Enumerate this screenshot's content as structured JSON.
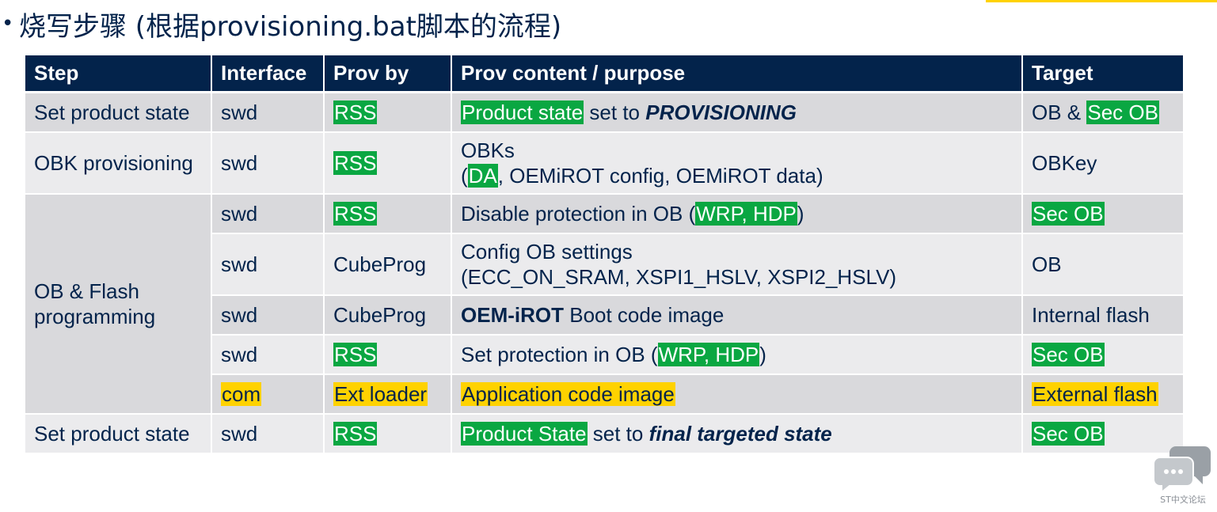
{
  "title": "烧写步骤 (根据provisioning.bat脚本的流程)",
  "bullet": "•",
  "headers": {
    "step": "Step",
    "interface": "Interface",
    "prov_by": "Prov by",
    "content": "Prov content / purpose",
    "target": "Target"
  },
  "rows": [
    {
      "step": "Set product state",
      "interface": "swd",
      "prov_by": "RSS",
      "content": {
        "hl": "Product state",
        "mid": " set to ",
        "em": "PROVISIONING"
      },
      "target": {
        "plain": "OB & ",
        "hl": "Sec OB"
      }
    },
    {
      "step": "OBK provisioning",
      "interface": "swd",
      "prov_by": "RSS",
      "content": {
        "line1": "OBKs",
        "open": "(",
        "hl": "DA",
        "rest": ", OEMiROT config, OEMiROT data)"
      },
      "target": "OBKey"
    },
    {
      "interface": "swd",
      "prov_by": "RSS",
      "content": {
        "pre": "Disable protection in OB (",
        "hl": "WRP, HDP",
        "post": ")"
      },
      "target": "Sec OB"
    },
    {
      "interface": "swd",
      "prov_by": "CubeProg",
      "content": {
        "line1": "Config OB settings",
        "line2": "(ECC_ON_SRAM, XSPI1_HSLV, XSPI2_HSLV)"
      },
      "target": "OB"
    },
    {
      "interface": "swd",
      "prov_by": "CubeProg",
      "content": {
        "bold": "OEM-iROT",
        "rest": " Boot code image"
      },
      "target": "Internal flash"
    },
    {
      "interface": "swd",
      "prov_by": "RSS",
      "content": {
        "pre": "Set protection in OB (",
        "hl": "WRP, HDP",
        "post": ")"
      },
      "target": "Sec OB"
    },
    {
      "interface": "com",
      "prov_by": "Ext loader",
      "content": "Application code image",
      "target": "External flash"
    },
    {
      "step": "Set product state",
      "interface": "swd",
      "prov_by": "RSS",
      "content": {
        "hl": "Product State",
        "mid": " set to ",
        "em": "final targeted state"
      },
      "target": "Sec OB"
    }
  ],
  "group_step": {
    "line1": "OB & Flash",
    "line2": "programming"
  },
  "watermark": {
    "label": "ST中文论坛",
    "icon": "chat-bubbles-icon"
  },
  "colors": {
    "header_bg": "#03234b",
    "text": "#03234b",
    "row_dark": "#d9d9dc",
    "row_light": "#ebebed",
    "highlight_green": "#0aa742",
    "highlight_yellow": "#ffd200"
  }
}
